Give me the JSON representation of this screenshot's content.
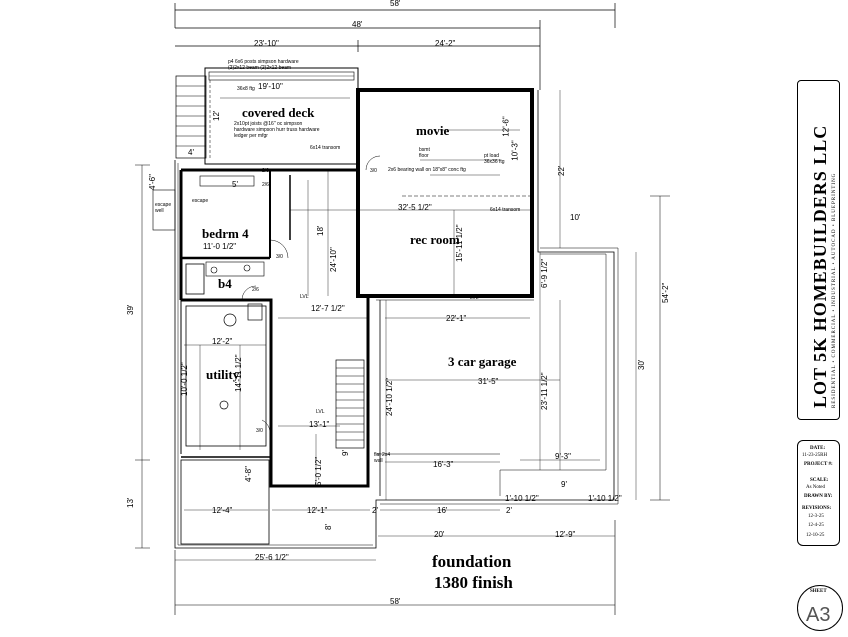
{
  "plan": {
    "title": "foundation",
    "subtitle": "1380 finish",
    "rooms": {
      "covered_deck": "covered deck",
      "movie": "movie",
      "rec_room": "rec room",
      "bedrm": "bedrm 4",
      "b4": "b4",
      "utility": "utility",
      "garage": "3 car garage"
    },
    "dims": {
      "overall_top": "58'",
      "forty8": "48'",
      "d23_10": "23'-10\"",
      "d24_2": "24'-2\"",
      "d19_10": "19'-10\"",
      "d32_5": "32'-5 1/2\"",
      "d10_3": "10'-3\"",
      "d12_6": "12'-6\"",
      "d10": "10'",
      "d11_0": "11'-0 1/2\"",
      "d12_7": "12'-7 1/2\"",
      "d22_1": "22'-1\"",
      "d31_5": "31'-5\"",
      "d12_2": "12'-2\"",
      "d13_1": "13'-1\"",
      "d16_3": "16'-3\"",
      "d9_3": "9'-3\"",
      "d12_4": "12'-4\"",
      "d12_1": "12'-1\"",
      "d16": "16'",
      "d20": "20'",
      "d12_9": "12'-9\"",
      "d25_6": "25'-6 1/2\"",
      "overall_bottom": "58'",
      "d1_10a": "1'-10 1/2\"",
      "d1_10b": "1'-10 1/2\"",
      "d2a": "2'",
      "d2b": "2'",
      "d9": "9'",
      "d4_6": "4'-6\"",
      "d4_8": "4'-8\"",
      "left39": "39'",
      "left13": "13'",
      "left12": "12'",
      "left4": "4'",
      "v22": "22'",
      "v54_2": "54'-2\"",
      "v30": "30'",
      "v24_10": "24'-10\"",
      "v18": "18'",
      "v15_11": "15'-11 1/2\"",
      "v23_11": "23'-11 1/2\"",
      "v24_10b": "24'-10 1/2\"",
      "v14_11": "14'-11 1/2\"",
      "v10_0": "10'-0 1/2\"",
      "v5_0": "5'-0 1/2\"",
      "v6_9": "6'-9 1/2\"",
      "v9": "9'",
      "v8": "8'",
      "d5": "5'"
    },
    "notes": {
      "deck_beam": "p4 6x6 posts simpson hardware",
      "deck_beam2": "(2)2x12 beam (2)2x12 beam",
      "deck_ftg": "36x8 ftg",
      "deck_joists": "2x10pt joists @16\" oc simpson hardware simpson hurr truss hardware ledger per mfgr",
      "transom1": "6x14 transom",
      "transom2": "6x14 transom",
      "bsmt_floor": "bsmt floor",
      "bearing": "2x6 bearing wall on 18\"x8\" conc ftg",
      "pt_load": "pt load 36x36 ftg",
      "lvl": "LVL",
      "escape": "escape",
      "door_26a": "2/6",
      "door_26b": "2/6",
      "door_30a": "3/0",
      "door_30b": "3/0",
      "door_30c": "3/0",
      "door_26c": "2/6",
      "flat_wall": "flat 2x4 wall",
      "window_well": "escape well"
    },
    "company": "LOT 5K HOMEBUILDERS LLC",
    "company_sub": "RESIDENTIAL • COMMERCIAL • INDUSTRIAL • AUTOCAD • BLUEPRINTING",
    "info": {
      "date_label": "DATE:",
      "date_value": "11-23-25RH",
      "project_label": "PROJECT #:",
      "scale_label": "SCALE:",
      "scale_value": "As Noted",
      "drawn_label": "DRAWN BY:",
      "revisions_label": "REVISIONS:",
      "rev1": "12-3-25",
      "rev2": "12-4-25",
      "rev3": "12-10-25"
    },
    "sheet_label": "SHEET",
    "sheet_no": "A3"
  }
}
